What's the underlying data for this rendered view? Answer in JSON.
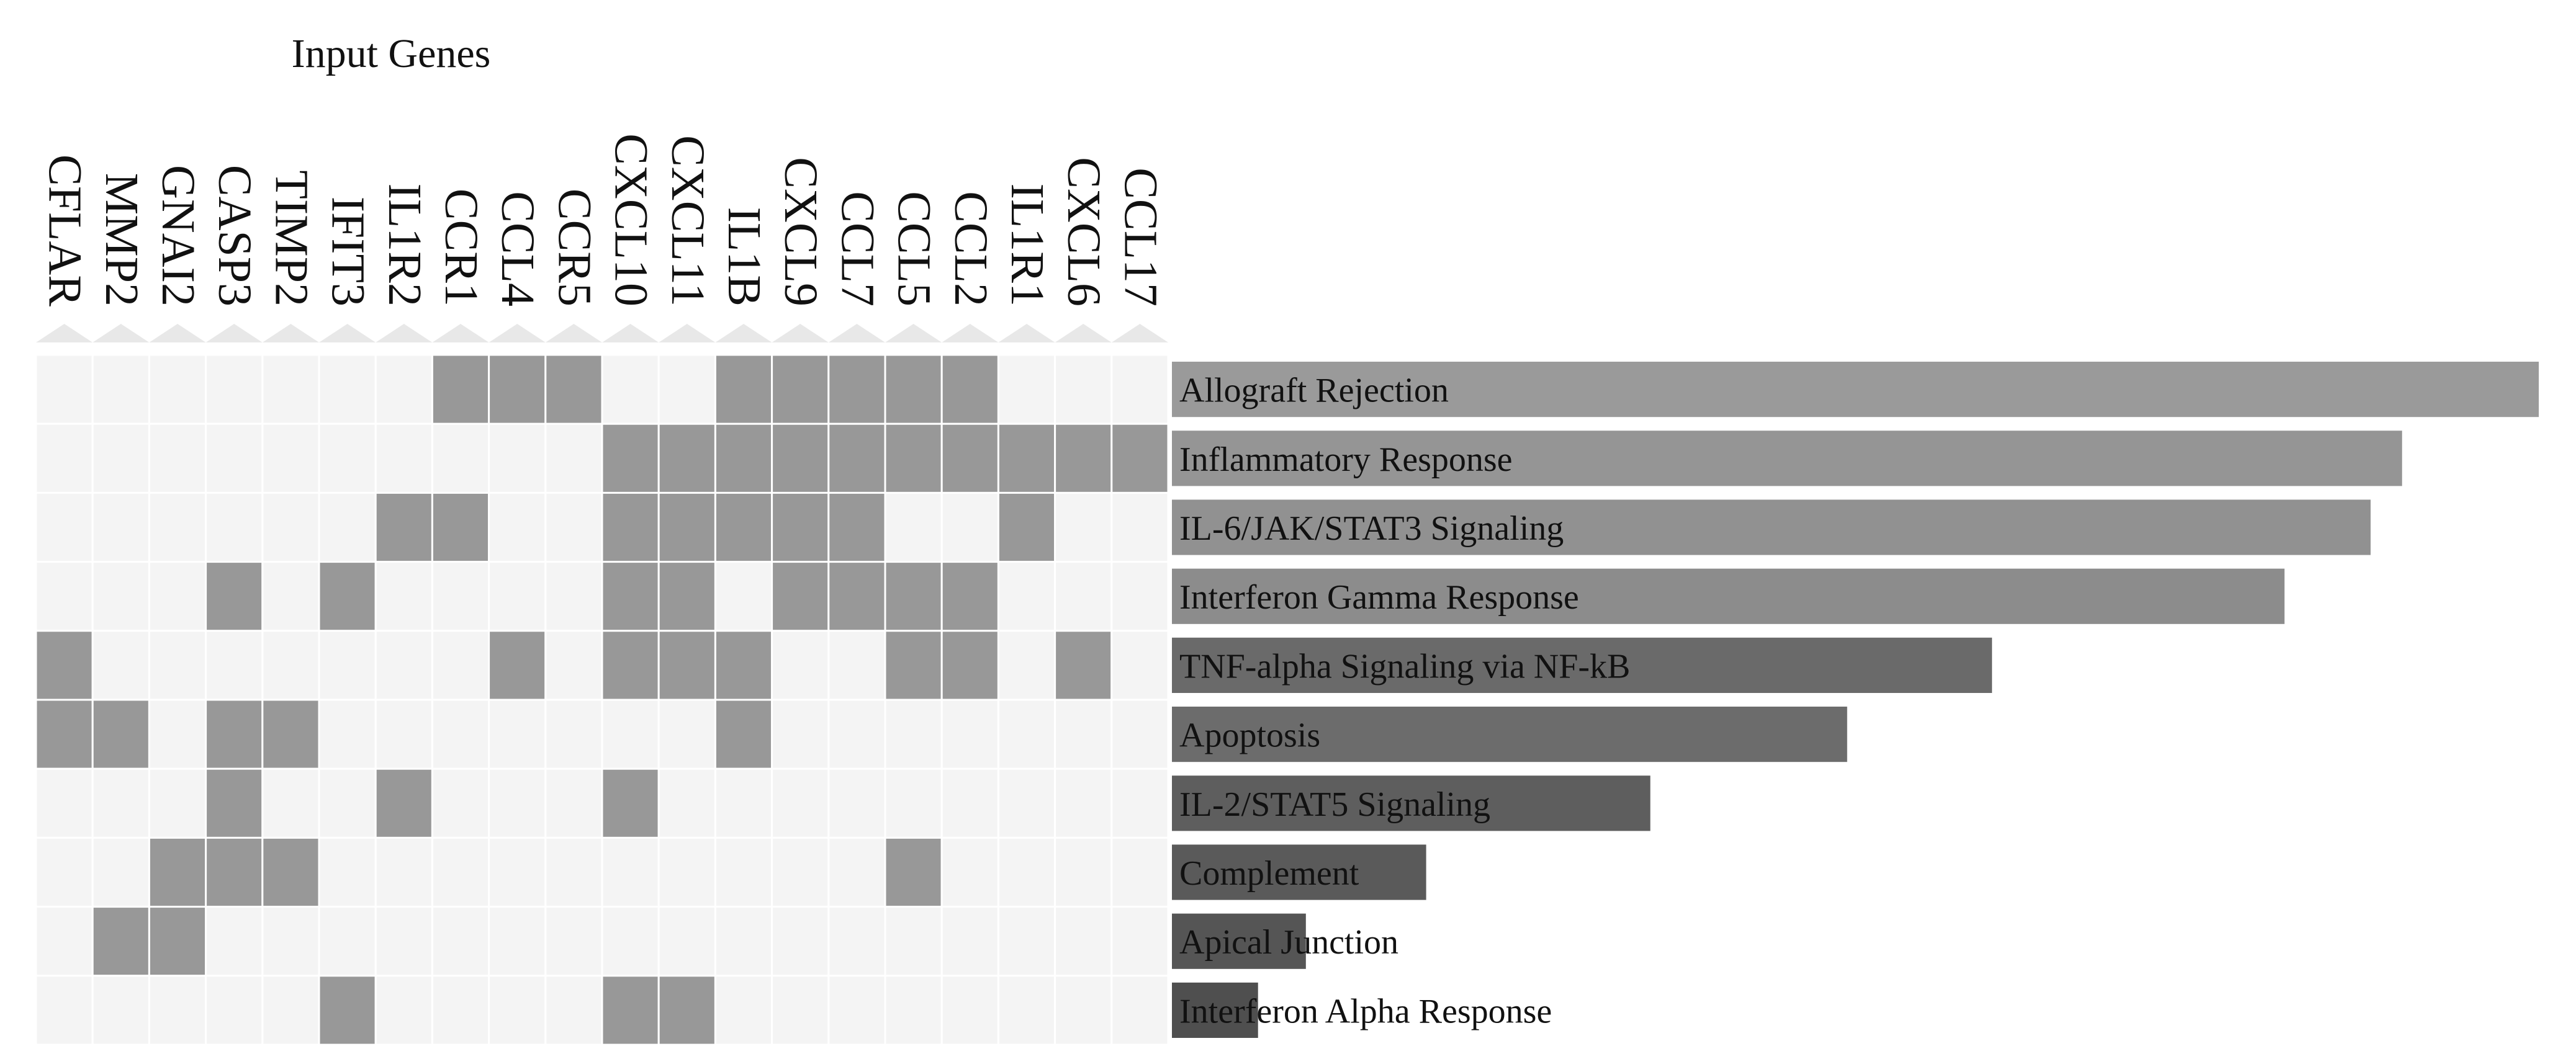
{
  "chart_data": {
    "type": "heatmap",
    "title": "Input Genes",
    "genes": [
      "CFLAR",
      "MMP2",
      "GNAI2",
      "CASP3",
      "TIMP2",
      "IFIT3",
      "IL1R2",
      "CCR1",
      "CCL4",
      "CCR5",
      "CXCL10",
      "CXCL11",
      "IL1B",
      "CXCL9",
      "CCL7",
      "CCL5",
      "CCL2",
      "IL1R1",
      "CXCL6",
      "CCL17"
    ],
    "pathways": [
      {
        "name": "Allograft Rejection",
        "score": 1.0,
        "genes": [
          "CCR1",
          "CCL4",
          "CCR5",
          "IL1B",
          "CXCL9",
          "CCL7",
          "CCL5",
          "CCL2"
        ]
      },
      {
        "name": "Inflammatory Response",
        "score": 0.9,
        "genes": [
          "CXCL10",
          "CXCL11",
          "IL1B",
          "CXCL9",
          "CCL7",
          "CCL5",
          "CCL2",
          "IL1R1",
          "CXCL6",
          "CCL17"
        ]
      },
      {
        "name": "IL-6/JAK/STAT3 Signaling",
        "score": 0.877,
        "genes": [
          "IL1R2",
          "CCR1",
          "CXCL10",
          "CXCL11",
          "IL1B",
          "CXCL9",
          "CCL7",
          "IL1R1"
        ]
      },
      {
        "name": "Interferon Gamma Response",
        "score": 0.814,
        "genes": [
          "CASP3",
          "IFIT3",
          "CXCL10",
          "CXCL11",
          "CXCL9",
          "CCL7",
          "CCL5",
          "CCL2"
        ]
      },
      {
        "name": "TNF-alpha Signaling via NF-kB",
        "score": 0.6,
        "genes": [
          "CFLAR",
          "CCL4",
          "CXCL10",
          "CXCL11",
          "IL1B",
          "CCL5",
          "CCL2",
          "CXCL6"
        ]
      },
      {
        "name": "Apoptosis",
        "score": 0.494,
        "genes": [
          "CFLAR",
          "MMP2",
          "CASP3",
          "TIMP2",
          "IL1B"
        ]
      },
      {
        "name": "IL-2/STAT5 Signaling",
        "score": 0.35,
        "genes": [
          "CASP3",
          "IL1R2",
          "CXCL10"
        ]
      },
      {
        "name": "Complement",
        "score": 0.186,
        "genes": [
          "GNAI2",
          "CASP3",
          "TIMP2",
          "CCL5"
        ]
      },
      {
        "name": "Apical Junction",
        "score": 0.098,
        "genes": [
          "MMP2",
          "GNAI2"
        ]
      },
      {
        "name": "Interferon Alpha Response",
        "score": 0.063,
        "genes": [
          "IFIT3",
          "CXCL10",
          "CXCL11"
        ]
      }
    ],
    "colors": {
      "cell_empty": "#f4f4f4",
      "cell_filled": "#989898",
      "grid": "#ffffff",
      "header_triangle": "#e8e8e8",
      "bar_shades": [
        "#9a9a9a",
        "#959595",
        "#919191",
        "#8c8c8c",
        "#6a6a6a",
        "#6c6c6c",
        "#5e5e5e",
        "#5a5a5a",
        "#555555",
        "#4f4f4f"
      ]
    }
  }
}
